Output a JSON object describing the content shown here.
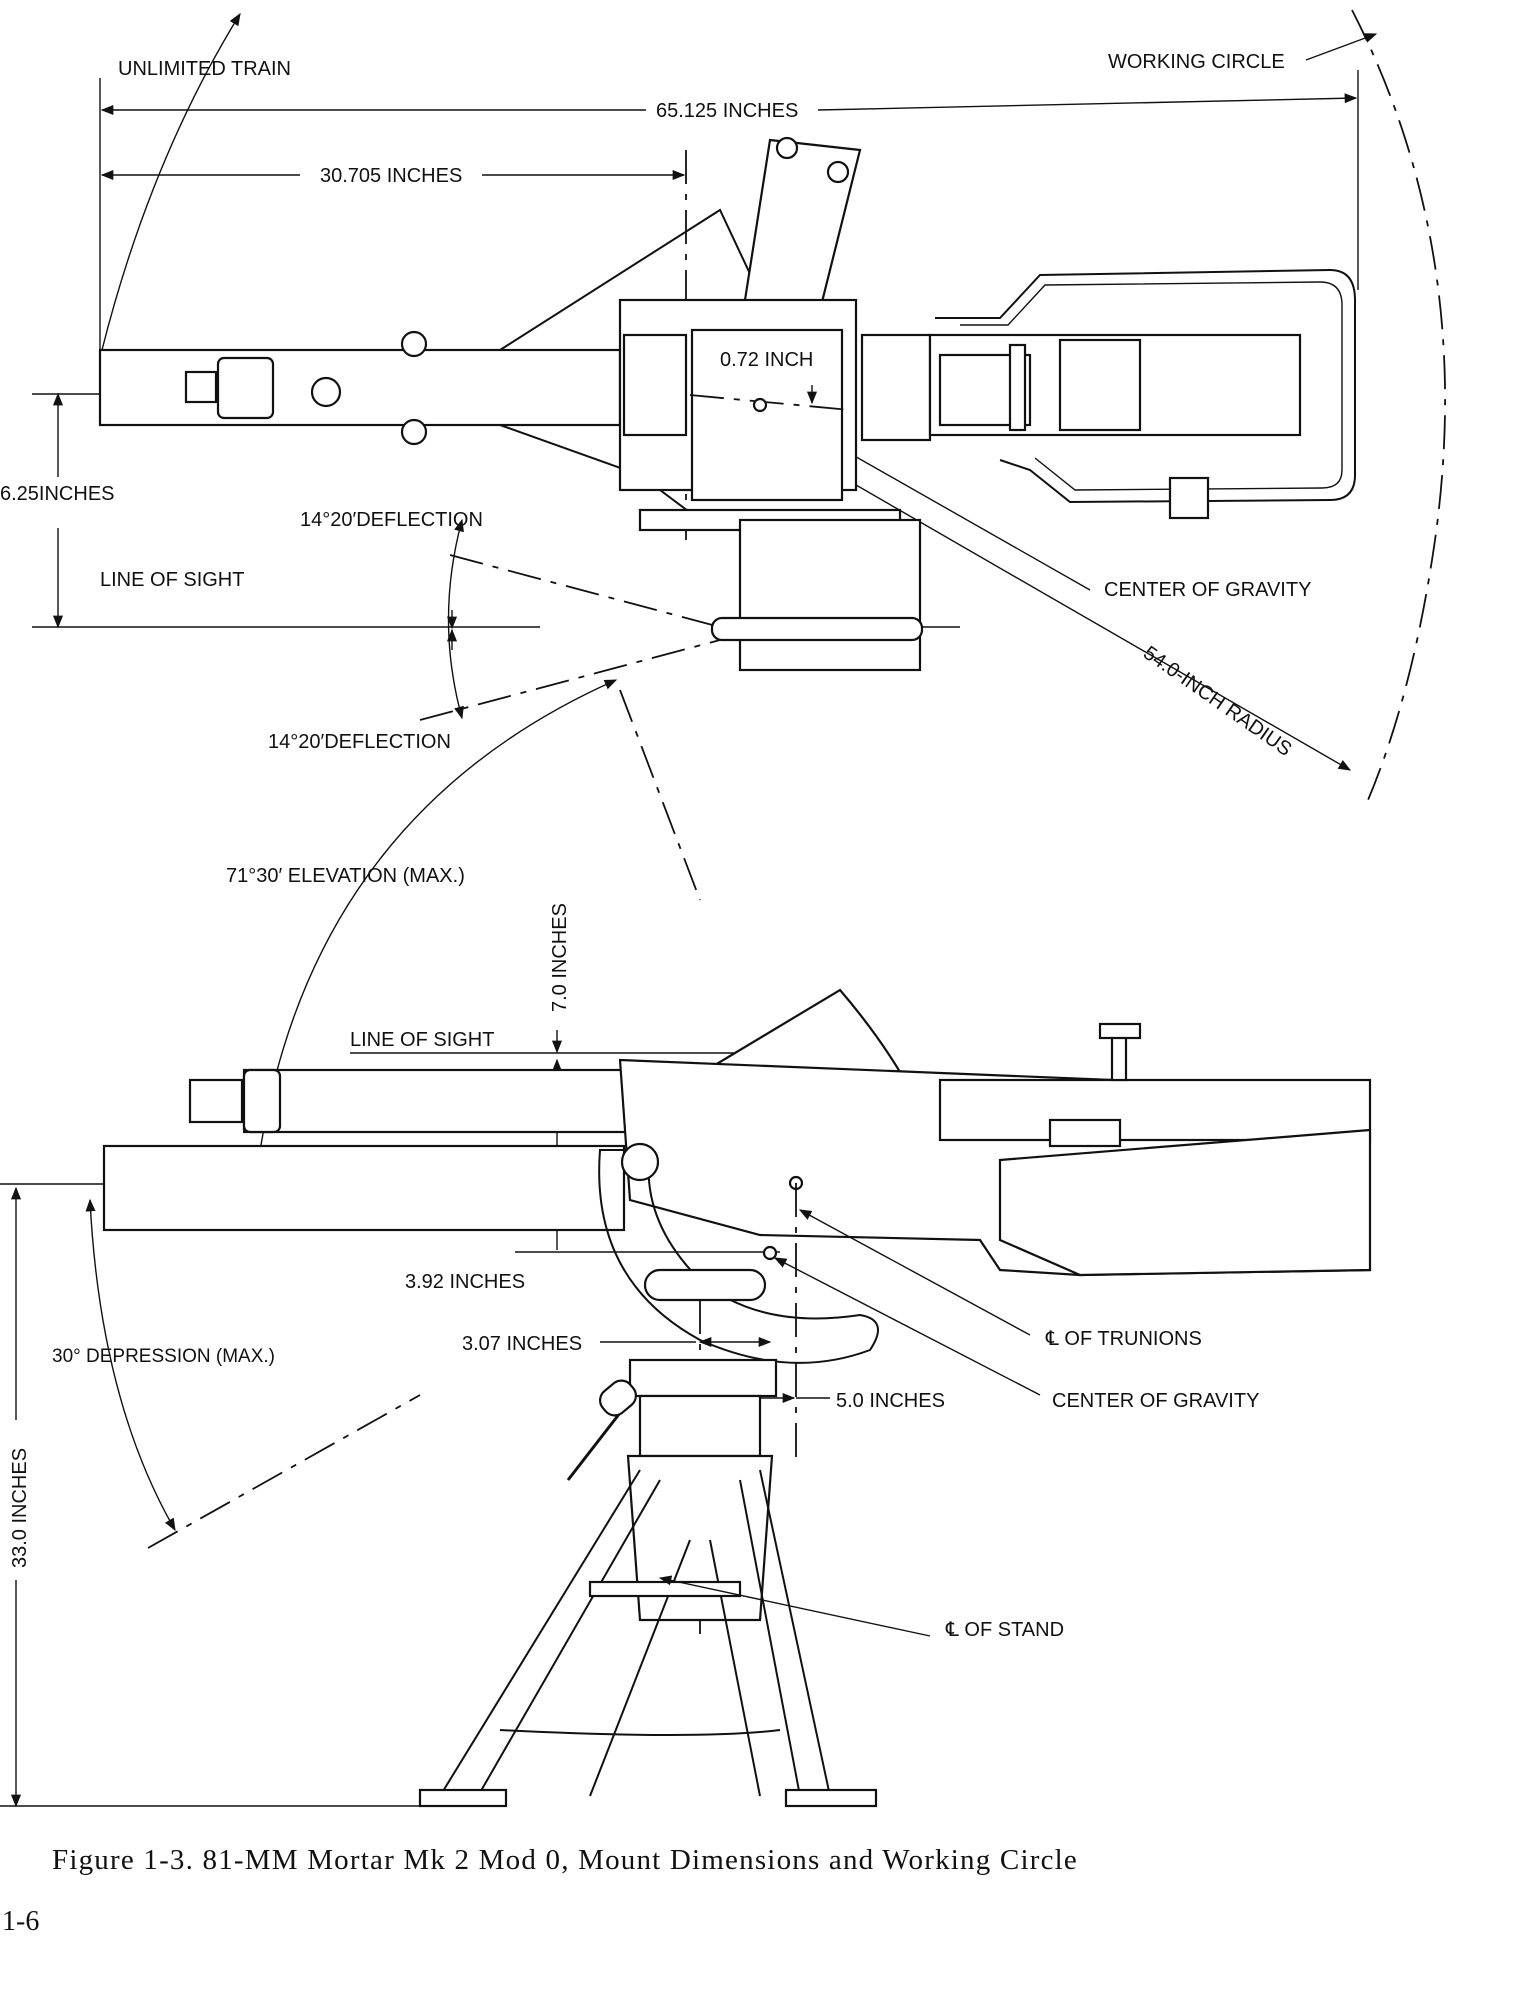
{
  "labels": {
    "unlimited_train": "UNLIMITED TRAIN",
    "working_circle": "WORKING CIRCLE",
    "dim_65": "65.125 INCHES",
    "dim_30705": "30.705 INCHES",
    "dim_072": "0.72 INCH",
    "dim_625": "6.25INCHES",
    "deflection_top": "14°20′DEFLECTION",
    "deflection_bottom": "14°20′DEFLECTION",
    "line_of_sight_top": "LINE OF SIGHT",
    "center_gravity_top": "CENTER OF GRAVITY",
    "radius": "54.0-INCH RADIUS",
    "elevation": "71°30′ ELEVATION (MAX.)",
    "dim_70": "7.0 INCHES",
    "line_of_sight_side": "LINE OF SIGHT",
    "dim_392": "3.92 INCHES",
    "dim_307": "3.07 INCHES",
    "depression": "30° DEPRESSION (MAX.)",
    "trunions": "℄ OF TRUNIONS",
    "dim_50": "5.0 INCHES",
    "center_gravity_side": "CENTER OF GRAVITY",
    "dim_330": "33.0 INCHES",
    "stand": "℄ OF STAND"
  },
  "caption": "Figure 1-3.  81-MM Mortar Mk 2 Mod 0, Mount Dimensions and Working Circle",
  "page_number": "1-6"
}
